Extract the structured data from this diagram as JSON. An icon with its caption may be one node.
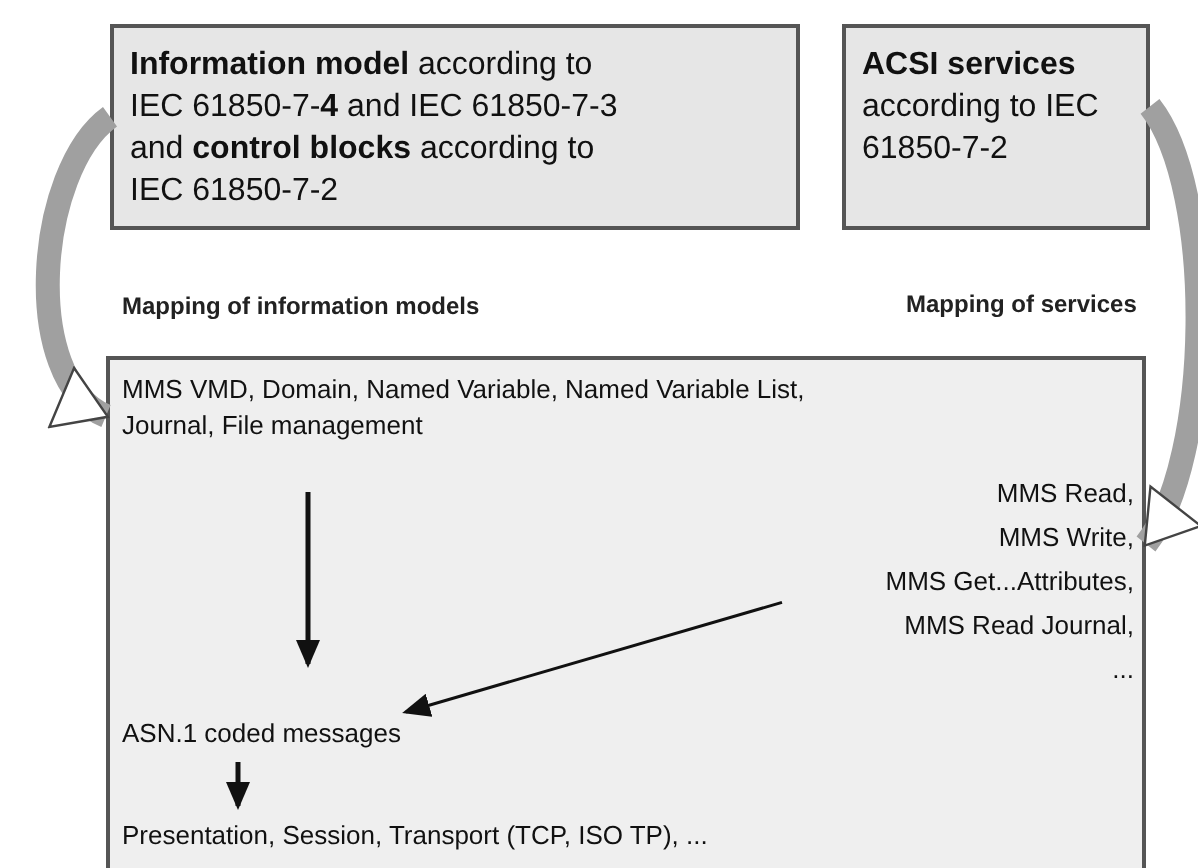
{
  "diagram": {
    "nodes": [
      {
        "text": [
          "**Information model** according to IEC 61850-7-**4** and IEC 61850-7-3 and **control blocks** according to IEC 61850-7-2"
        ]
      },
      {
        "text": [
          "**ACSI services** according to IEC 61850-7-2"
        ]
      },
      {
        "text": [],
        "shape": "box"
      },
      {
        "text": [
          "MMS VMD, Domain, Named Variable, Named Variable List, Journal, File management"
        ],
        "in": 2
      },
      {
        "text": [
          "MMS Read,",
          "MMS Write,",
          "MMS Get...Attributes,",
          "MMS Read Journal,",
          "..."
        ],
        "in": 2
      },
      {
        "text": [
          "ASN.1 coded messages"
        ],
        "in": 2
      },
      {
        "text": [
          "Presentation, Session, Transport (TCP, ISO TP), ..."
        ],
        "in": 2
      }
    ],
    "edges": [
      {
        "from": 0,
        "to": 2,
        "arrow": "to",
        "label": "Mapping of information models",
        "style": "thick",
        "color": "#a0a0a0"
      },
      {
        "from": 1,
        "to": 2,
        "arrow": "to",
        "label": "Mapping of services",
        "style": "thick",
        "color": "#a0a0a0"
      },
      {
        "from": 3,
        "to": 5,
        "arrow": "to"
      },
      {
        "from": 4,
        "to": 5,
        "arrow": "to"
      },
      {
        "from": 5,
        "to": 6,
        "arrow": "to"
      }
    ]
  }
}
